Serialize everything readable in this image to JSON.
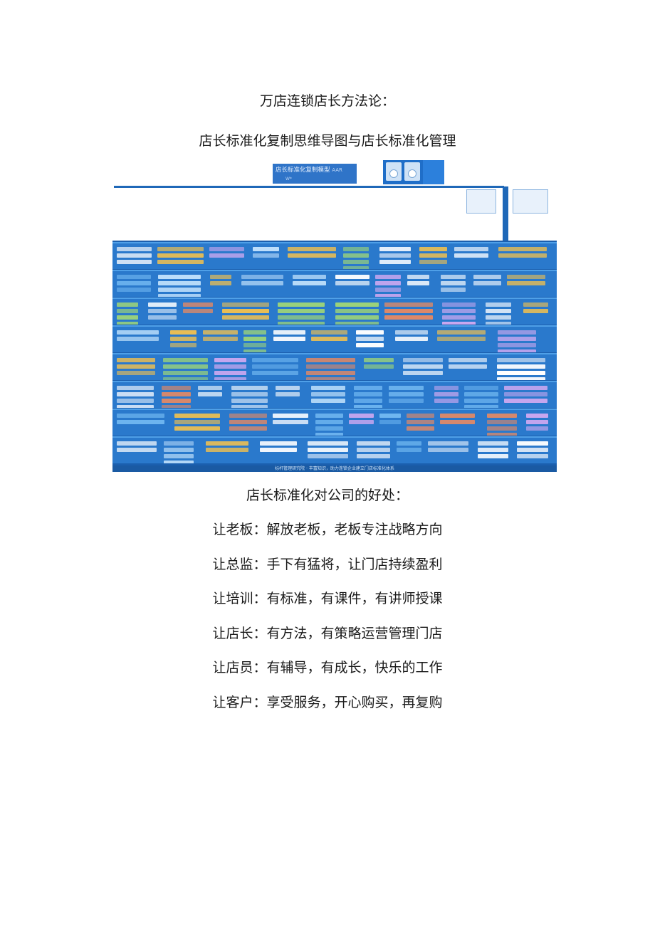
{
  "titles": {
    "line1": "万店连锁店长方法论：",
    "line2": "店长标准化复制思维导图与店长标准化管理"
  },
  "mindmap": {
    "header_label": "店长标准化复制模型",
    "header_suffix": "AAR",
    "header_small": "W*",
    "footer_text": "标杆管理研究院 · 丰富知识，助力连锁企业建立门店标准化体系",
    "colors": {
      "band": "#2a79cc",
      "background": "#1b5fae",
      "accent": "#4fa0e8"
    }
  },
  "benefits": {
    "heading": "店长标准化对公司的好处：",
    "items": [
      {
        "label": "让老板",
        "text": "解放老板，老板专注战略方向"
      },
      {
        "label": "让总监",
        "text": "手下有猛将，让门店持续盈利"
      },
      {
        "label": "让培训",
        "text": "有标准，有课件，有讲师授课"
      },
      {
        "label": "让店长",
        "text": "有方法，有策略运营管理门店"
      },
      {
        "label": "让店员",
        "text": "有辅导，有成长，快乐的工作"
      },
      {
        "label": "让客户",
        "text": "享受服务，开心购买，再复购"
      }
    ]
  }
}
